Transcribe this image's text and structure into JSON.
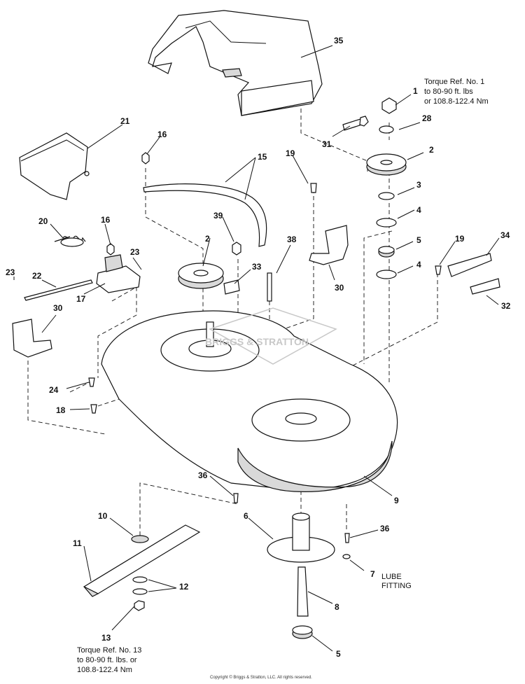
{
  "notes": {
    "torque_top": "Torque Ref. No. 1\nto 80-90 ft. lbs\nor 108.8-122.4 Nm",
    "torque_bottom": "Torque Ref. No. 13\nto 80-90 ft. lbs. or\n108.8-122.4 Nm",
    "lube_fitting": "LUBE\nFITTING"
  },
  "copyright": "Copyright © Briggs & Stratton, LLC. All rights reserved.",
  "watermark": "BRIGGS & STRATTON",
  "callouts": {
    "c1": "1",
    "c2a": "2",
    "c2b": "2",
    "c3": "3",
    "c4a": "4",
    "c4b": "4",
    "c5a": "5",
    "c5b": "5",
    "c6": "6",
    "c7": "7",
    "c8": "8",
    "c9": "9",
    "c10": "10",
    "c11": "11",
    "c12": "12",
    "c13": "13",
    "c15": "15",
    "c16a": "16",
    "c16b": "16",
    "c17": "17",
    "c18": "18",
    "c19a": "19",
    "c19b": "19",
    "c20": "20",
    "c21": "21",
    "c22": "22",
    "c23a": "23",
    "c23b": "23",
    "c24": "24",
    "c28": "28",
    "c30a": "30",
    "c30b": "30",
    "c31": "31",
    "c32": "32",
    "c33": "33",
    "c34": "34",
    "c35": "35",
    "c36a": "36",
    "c36b": "36",
    "c38": "38",
    "c39": "39"
  }
}
